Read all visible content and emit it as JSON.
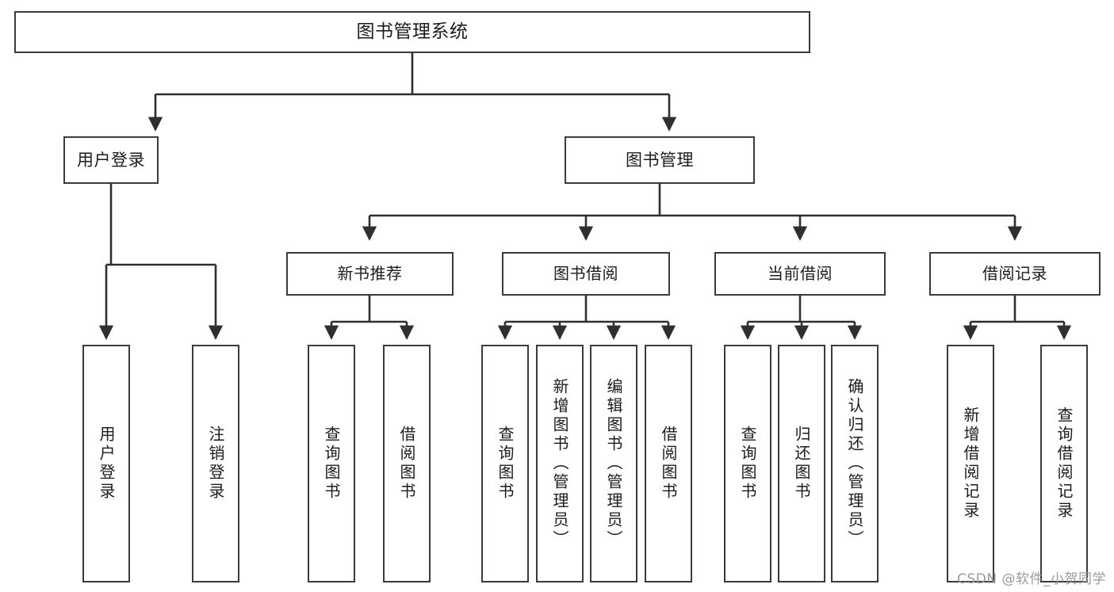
{
  "diagram": {
    "title": "图书管理系统",
    "type": "tree-hierarchy-diagram",
    "colors": {
      "box_border": "#3b3b3b",
      "box_fill": "#ffffff",
      "connector": "#2f2f2f",
      "text": "#1c1c1c",
      "watermark": "#9a9a9a",
      "background": "#ffffff"
    },
    "nodes": {
      "root": {
        "label": "图书管理系统"
      },
      "level2": [
        {
          "label": "用户登录"
        },
        {
          "label": "图书管理"
        }
      ],
      "level3": [
        {
          "label": "新书推荐"
        },
        {
          "label": "图书借阅"
        },
        {
          "label": "当前借阅"
        },
        {
          "label": "借阅记录"
        }
      ],
      "leaves_user_login": [
        {
          "label": "用户登录"
        },
        {
          "label": "注销登录"
        }
      ],
      "leaves_new_book": [
        {
          "label": "查询图书"
        },
        {
          "label": "借阅图书"
        }
      ],
      "leaves_borrow": [
        {
          "label": "查询图书"
        },
        {
          "label": "新增图书（管理员）"
        },
        {
          "label": "编辑图书（管理员）"
        },
        {
          "label": "借阅图书"
        }
      ],
      "leaves_current": [
        {
          "label": "查询图书"
        },
        {
          "label": "归还图书"
        },
        {
          "label": "确认归还（管理员）"
        }
      ],
      "leaves_records": [
        {
          "label": "新增借阅记录"
        },
        {
          "label": "查询借阅记录"
        }
      ]
    },
    "watermark": "CSDN @软件_小贺同学"
  }
}
